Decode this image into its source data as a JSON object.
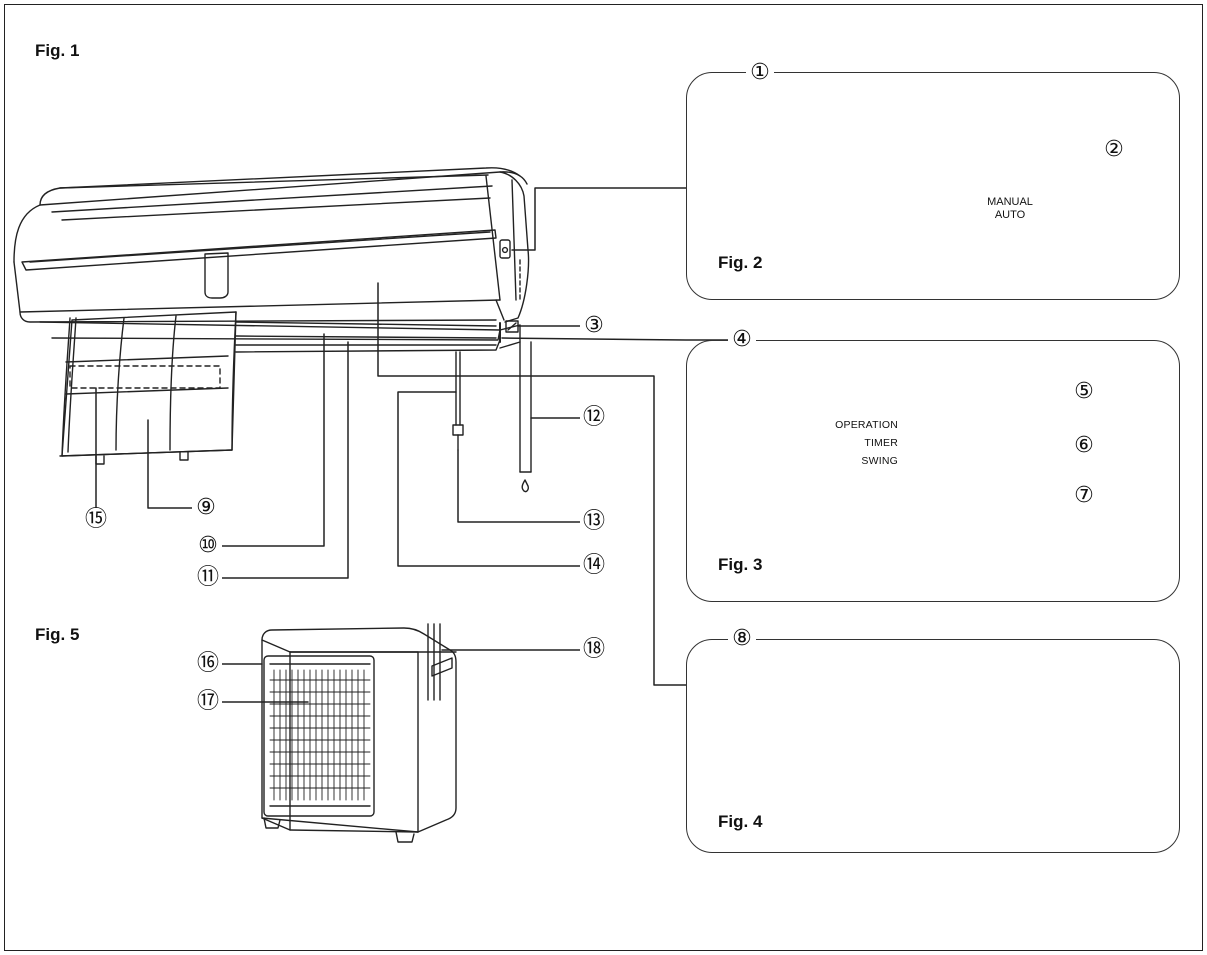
{
  "figures": {
    "fig1": "Fig. 1",
    "fig2": "Fig. 2",
    "fig3": "Fig. 3",
    "fig4": "Fig. 4",
    "fig5": "Fig. 5"
  },
  "fig2_panel": {
    "button_text_line1": "MANUAL",
    "button_text_line2": "AUTO"
  },
  "fig3_panel": {
    "operation": "OPERATION",
    "timer": "TIMER",
    "swing": "SWING"
  },
  "callouts": {
    "c1": "①",
    "c2": "②",
    "c3": "③",
    "c4": "④",
    "c5": "⑤",
    "c6": "⑥",
    "c7": "⑦",
    "c8": "⑧",
    "c9": "⑨",
    "c10": "⑩",
    "c11": "⑪",
    "c12": "⑫",
    "c13": "⑬",
    "c14": "⑭",
    "c15": "⑮",
    "c16": "⑯",
    "c17": "⑰",
    "c18": "⑱"
  }
}
